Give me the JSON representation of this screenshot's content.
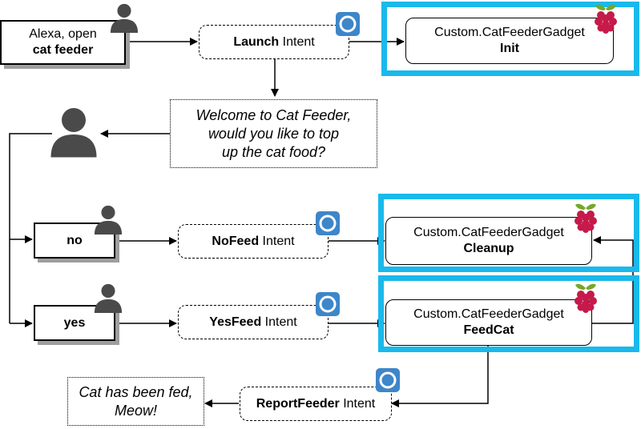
{
  "start": {
    "line1": "Alexa, open",
    "line2": "cat feeder"
  },
  "launch": {
    "bold": "Launch",
    "rest": " Intent"
  },
  "init": {
    "line1": "Custom.CatFeederGadget",
    "line2": "Init"
  },
  "welcome": {
    "line1": "Welcome to Cat Feeder,",
    "line2": "would you like to top",
    "line3": "up the cat food?"
  },
  "no_box": {
    "label": "no"
  },
  "yes_box": {
    "label": "yes"
  },
  "nofeed": {
    "bold": "NoFeed",
    "rest": " Intent"
  },
  "yesfeed": {
    "bold": "YesFeed",
    "rest": " Intent"
  },
  "cleanup": {
    "line1": "Custom.CatFeederGadget",
    "line2": "Cleanup"
  },
  "feedcat": {
    "line1": "Custom.CatFeederGadget",
    "line2": "FeedCat"
  },
  "report": {
    "bold": "ReportFeeder",
    "rest": " Intent"
  },
  "fed": {
    "line1": "Cat has been fed,",
    "line2": "Meow!"
  },
  "colors": {
    "highlight": "#19b9ec",
    "alexa_icon": "#3d86c9",
    "pi_red": "#c51a4a",
    "pi_green": "#75a928",
    "person": "#4a4a4a",
    "shadow": "#9e9e9e"
  },
  "icons": [
    "person-icon",
    "alexa-icon",
    "raspberry-pi-icon"
  ]
}
